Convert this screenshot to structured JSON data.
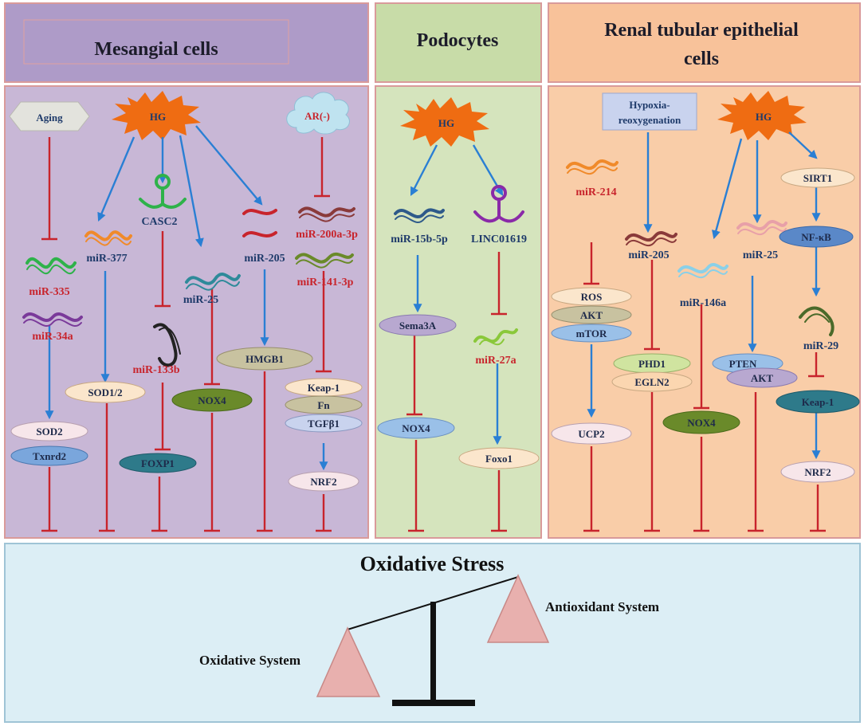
{
  "panels": {
    "mesangial": {
      "title": "Mesangial cells",
      "labels": {
        "aging": "Aging",
        "hg": "HG",
        "ar": "AR(-)",
        "mir335": "miR-335",
        "mir34a": "miR-34a",
        "sod2": "SOD2",
        "txnrd2": "Txnrd2",
        "mir377": "miR-377",
        "sod12": "SOD1/2",
        "casc2": "CASC2",
        "mir133b": "miR-133b",
        "foxp1": "FOXP1",
        "mir25": "miR-25",
        "nox4": "NOX4",
        "mir205": "miR-205",
        "hmgb1": "HMGB1",
        "mir200a3p": "miR-200a-3p",
        "mir1413p": "miR-141-3p",
        "keap1": "Keap-1",
        "fn": "Fn",
        "tgfb1": "TGFβ1",
        "nrf2": "NRF2"
      }
    },
    "podocytes": {
      "title": "Podocytes",
      "labels": {
        "hg": "HG",
        "mir15b5p": "miR-15b-5p",
        "linc01619": "LINC01619",
        "sema3a": "Sema3A",
        "mir27a": "miR-27a",
        "nox4": "NOX4",
        "foxo1": "Foxo1"
      }
    },
    "renal": {
      "title_line1": "Renal tubular epithelial",
      "title_line2": "cells",
      "labels": {
        "hypoxia_line1": "Hypoxia-",
        "hypoxia_line2": "reoxygenation",
        "hg": "HG",
        "sirt1": "SIRT1",
        "nfkb": "NF-κB",
        "mir214": "miR-214",
        "ros": "ROS",
        "akt": "AKT",
        "mtor": "mTOR",
        "ucp2": "UCP2",
        "mir205": "miR-205",
        "phd1": "PHD1",
        "egln2": "EGLN2",
        "mir146a": "miR-146a",
        "nox4": "NOX4",
        "mir25": "miR-25",
        "pten": "PTEN",
        "akt2": "AKT",
        "mir29": "miR-29",
        "keap1": "Keap-1",
        "nrf2": "NRF2"
      }
    }
  },
  "balance": {
    "title": "Oxidative Stress",
    "antioxidant": "Antioxidant System",
    "oxidative": "Oxidative System"
  },
  "colors": {
    "activation_arrow": "#2a7fd4",
    "inhibition_arrow": "#c8242c",
    "hg_star": "#ef6c12",
    "mesangial_bg": "#c8b7d6",
    "podocyte_bg": "#d5e4bd",
    "renal_bg": "#f9cda8",
    "stress_bg": "#dceef5"
  }
}
